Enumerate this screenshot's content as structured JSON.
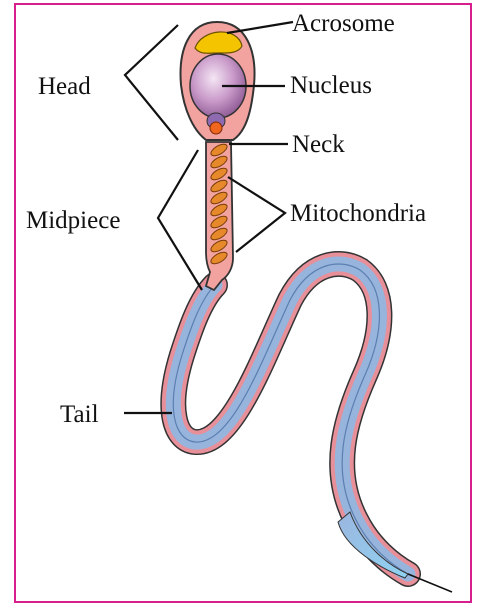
{
  "diagram": {
    "labels": {
      "acrosome": "Acrosome",
      "nucleus": "Nucleus",
      "neck": "Neck",
      "mitochondria": "Mitochondria",
      "head": "Head",
      "midpiece": "Midpiece",
      "tail": "Tail"
    },
    "colors": {
      "frame": "#d61f8c",
      "head_fill": "#f2a3a0",
      "head_stroke": "#333333",
      "acrosome": "#f5c400",
      "nucleus": "#b07bb3",
      "neck_dot": "#f0661f",
      "mitochondria": "#e6892b",
      "tail_outer": "#e8909a",
      "tail_inner": "#8fb5dd",
      "tail_tip": "#8cc8ec"
    }
  }
}
